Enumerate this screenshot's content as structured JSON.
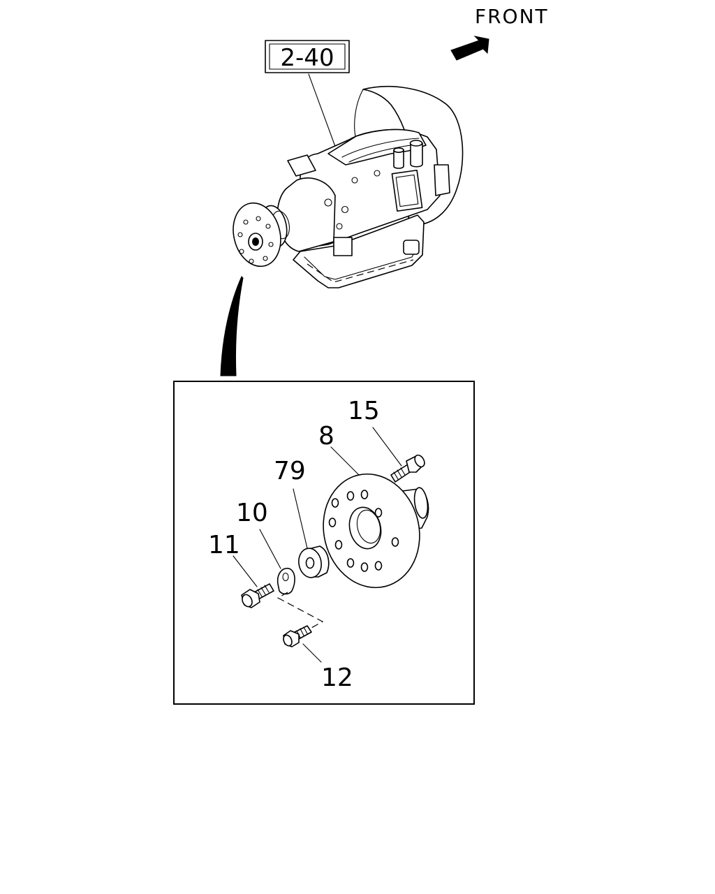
{
  "direction_label": "FRONT",
  "reference_label": "2-40",
  "callouts": {
    "c15": "15",
    "c8": "8",
    "c79": "79",
    "c10": "10",
    "c11": "11",
    "c12": "12"
  }
}
